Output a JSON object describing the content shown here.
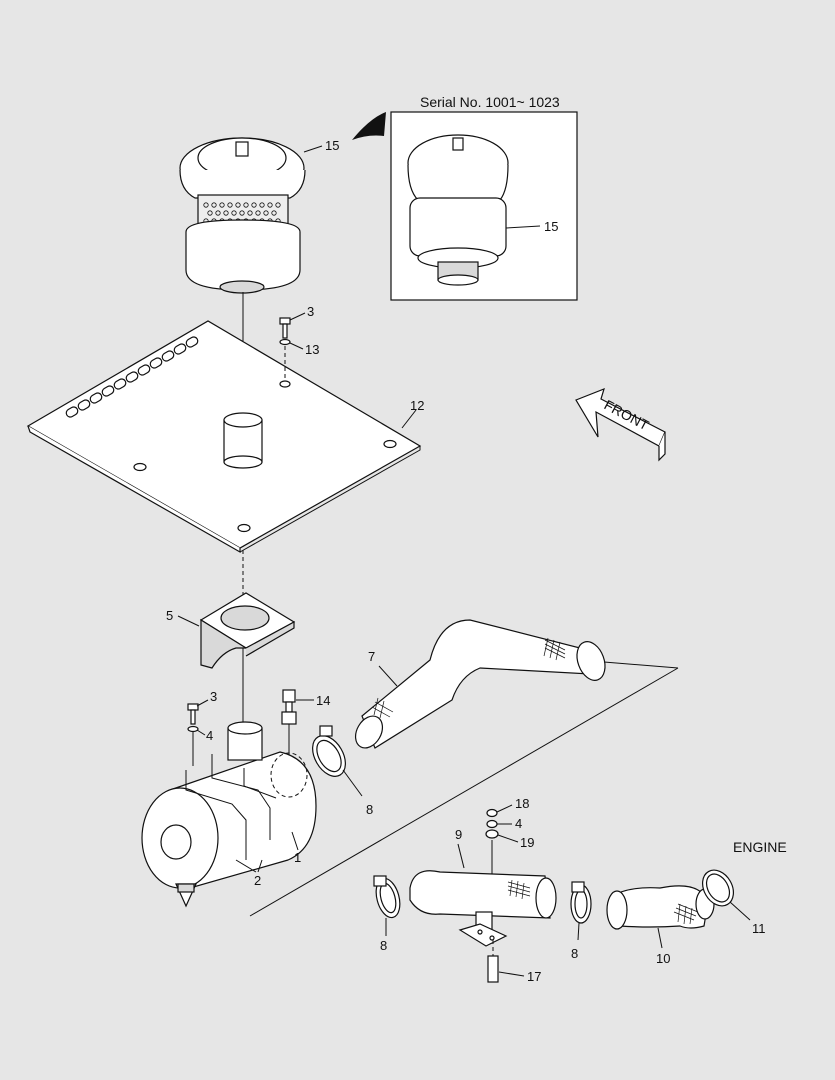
{
  "inset": {
    "title": "Serial No. 1001~ 1023",
    "part_label": "15"
  },
  "front_arrow": "FRONT",
  "engine_label": "ENGINE",
  "callouts": {
    "c15": "15",
    "c3a": "3",
    "c13": "13",
    "c12": "12",
    "c5": "5",
    "c7": "7",
    "c3b": "3",
    "c4a": "4",
    "c14": "14",
    "c8a": "8",
    "c1": "1",
    "c2": "2",
    "c18": "18",
    "c4b": "4",
    "c19": "19",
    "c9": "9",
    "c8b": "8",
    "c8c": "8",
    "c17": "17",
    "c10": "10",
    "c11": "11"
  }
}
